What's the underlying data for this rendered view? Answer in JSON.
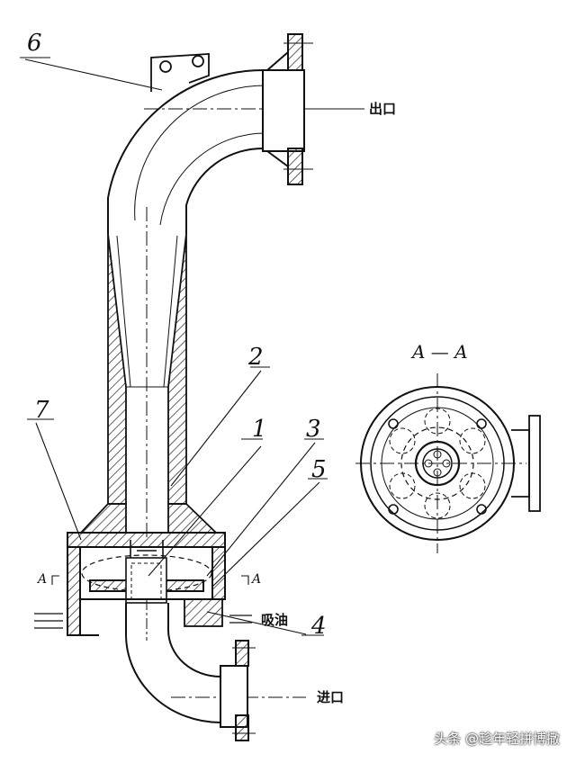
{
  "drawing": {
    "part_numbers": {
      "p1": "1",
      "p2": "2",
      "p3": "3",
      "p4": "4",
      "p5": "5",
      "p6": "6",
      "p7": "7"
    },
    "outlet_label": "出口",
    "inlet_label": "进口",
    "suction_label": "吸油",
    "section_title": "A — A",
    "section_mark_left": "A",
    "section_mark_right": "A"
  },
  "watermark": "头条 @趁年轻拼博撒"
}
